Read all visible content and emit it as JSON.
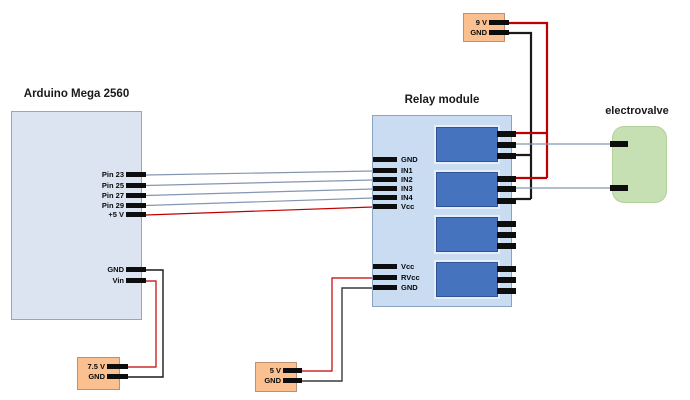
{
  "arduino": {
    "title": "Arduino Mega 2560",
    "signal_pins": [
      "Pin 23",
      "Pin 25",
      "Pin 27",
      "Pin 29",
      "+5 V"
    ],
    "power_pins": [
      "GND",
      "Vin"
    ]
  },
  "relay_module": {
    "title": "Relay module",
    "control_pins": [
      "GND",
      "IN1",
      "IN2",
      "IN3",
      "IN4",
      "Vcc"
    ],
    "supply_pins": [
      "Vcc",
      "RVcc",
      "GND"
    ],
    "relay_count": 4
  },
  "electrovalve": {
    "title": "electrovalve"
  },
  "power_supplies": {
    "supply_9v": {
      "pins": [
        "9 V",
        "GND"
      ]
    },
    "supply_7_5v": {
      "pins": [
        "7.5 V",
        "GND"
      ]
    },
    "supply_5v": {
      "pins": [
        "5 V",
        "GND"
      ]
    }
  },
  "colors": {
    "wire_signal_gray": "#8496b0",
    "wire_power_red": "#c00000",
    "wire_ground_black": "#1a1a1a",
    "arduino_fill": "#dbe4f0",
    "relay_board_fill": "#c9dcf2",
    "relay_fill": "#4673be",
    "supply_fill": "#fbc08f",
    "electrovalve_fill": "#c6e0b4"
  }
}
